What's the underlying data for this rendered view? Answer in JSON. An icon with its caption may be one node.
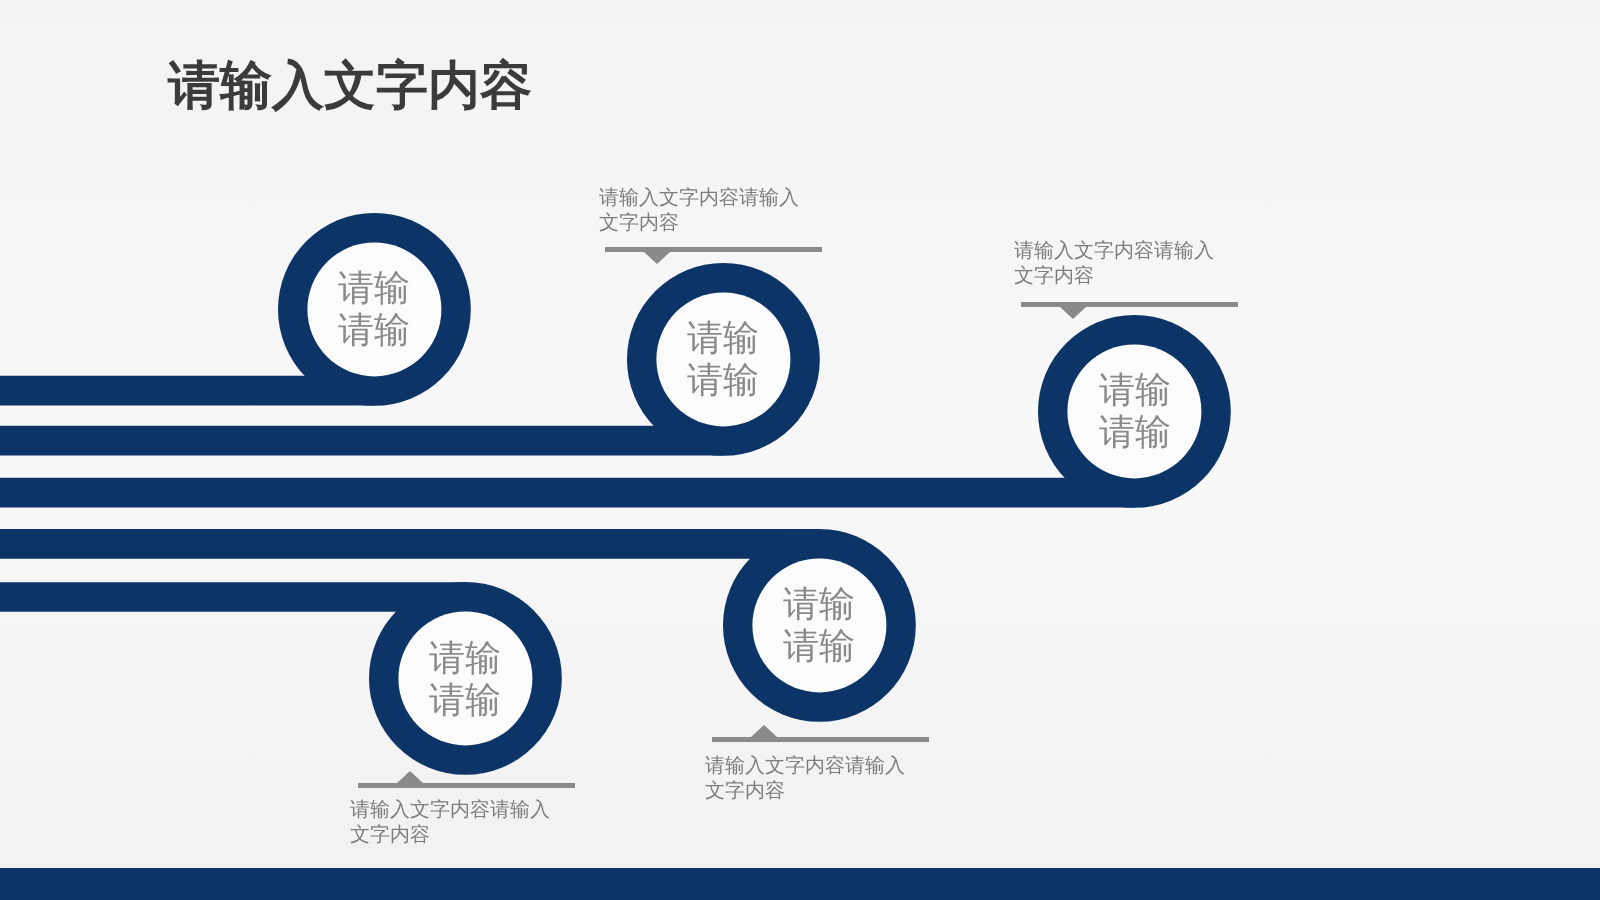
{
  "diagram": {
    "title": "请输入文字内容",
    "nodes": [
      {
        "text": [
          "请输请输"
        ]
      },
      {
        "text": [
          "请输请输"
        ],
        "beside": [
          "请输入文字内容请输入文字内容"
        ]
      },
      {
        "text": [
          "请输请输"
        ],
        "beside": [
          "请输入文字内容请输入文字内容"
        ]
      },
      {
        "text": [
          "请输请输"
        ],
        "beside": [
          "请输入文字内容请输入文字内容"
        ]
      },
      {
        "text": [
          "请输请输"
        ],
        "beside": [
          "请输入文字内容请输入文字内容"
        ]
      }
    ],
    "edges": [
      {
        "from": null,
        "to": 0,
        "arrow": "none"
      },
      {
        "from": null,
        "to": 1,
        "arrow": "none"
      },
      {
        "from": null,
        "to": 2,
        "arrow": "none"
      },
      {
        "from": null,
        "to": 3,
        "arrow": "none"
      },
      {
        "from": null,
        "to": 4,
        "arrow": "none"
      }
    ]
  }
}
